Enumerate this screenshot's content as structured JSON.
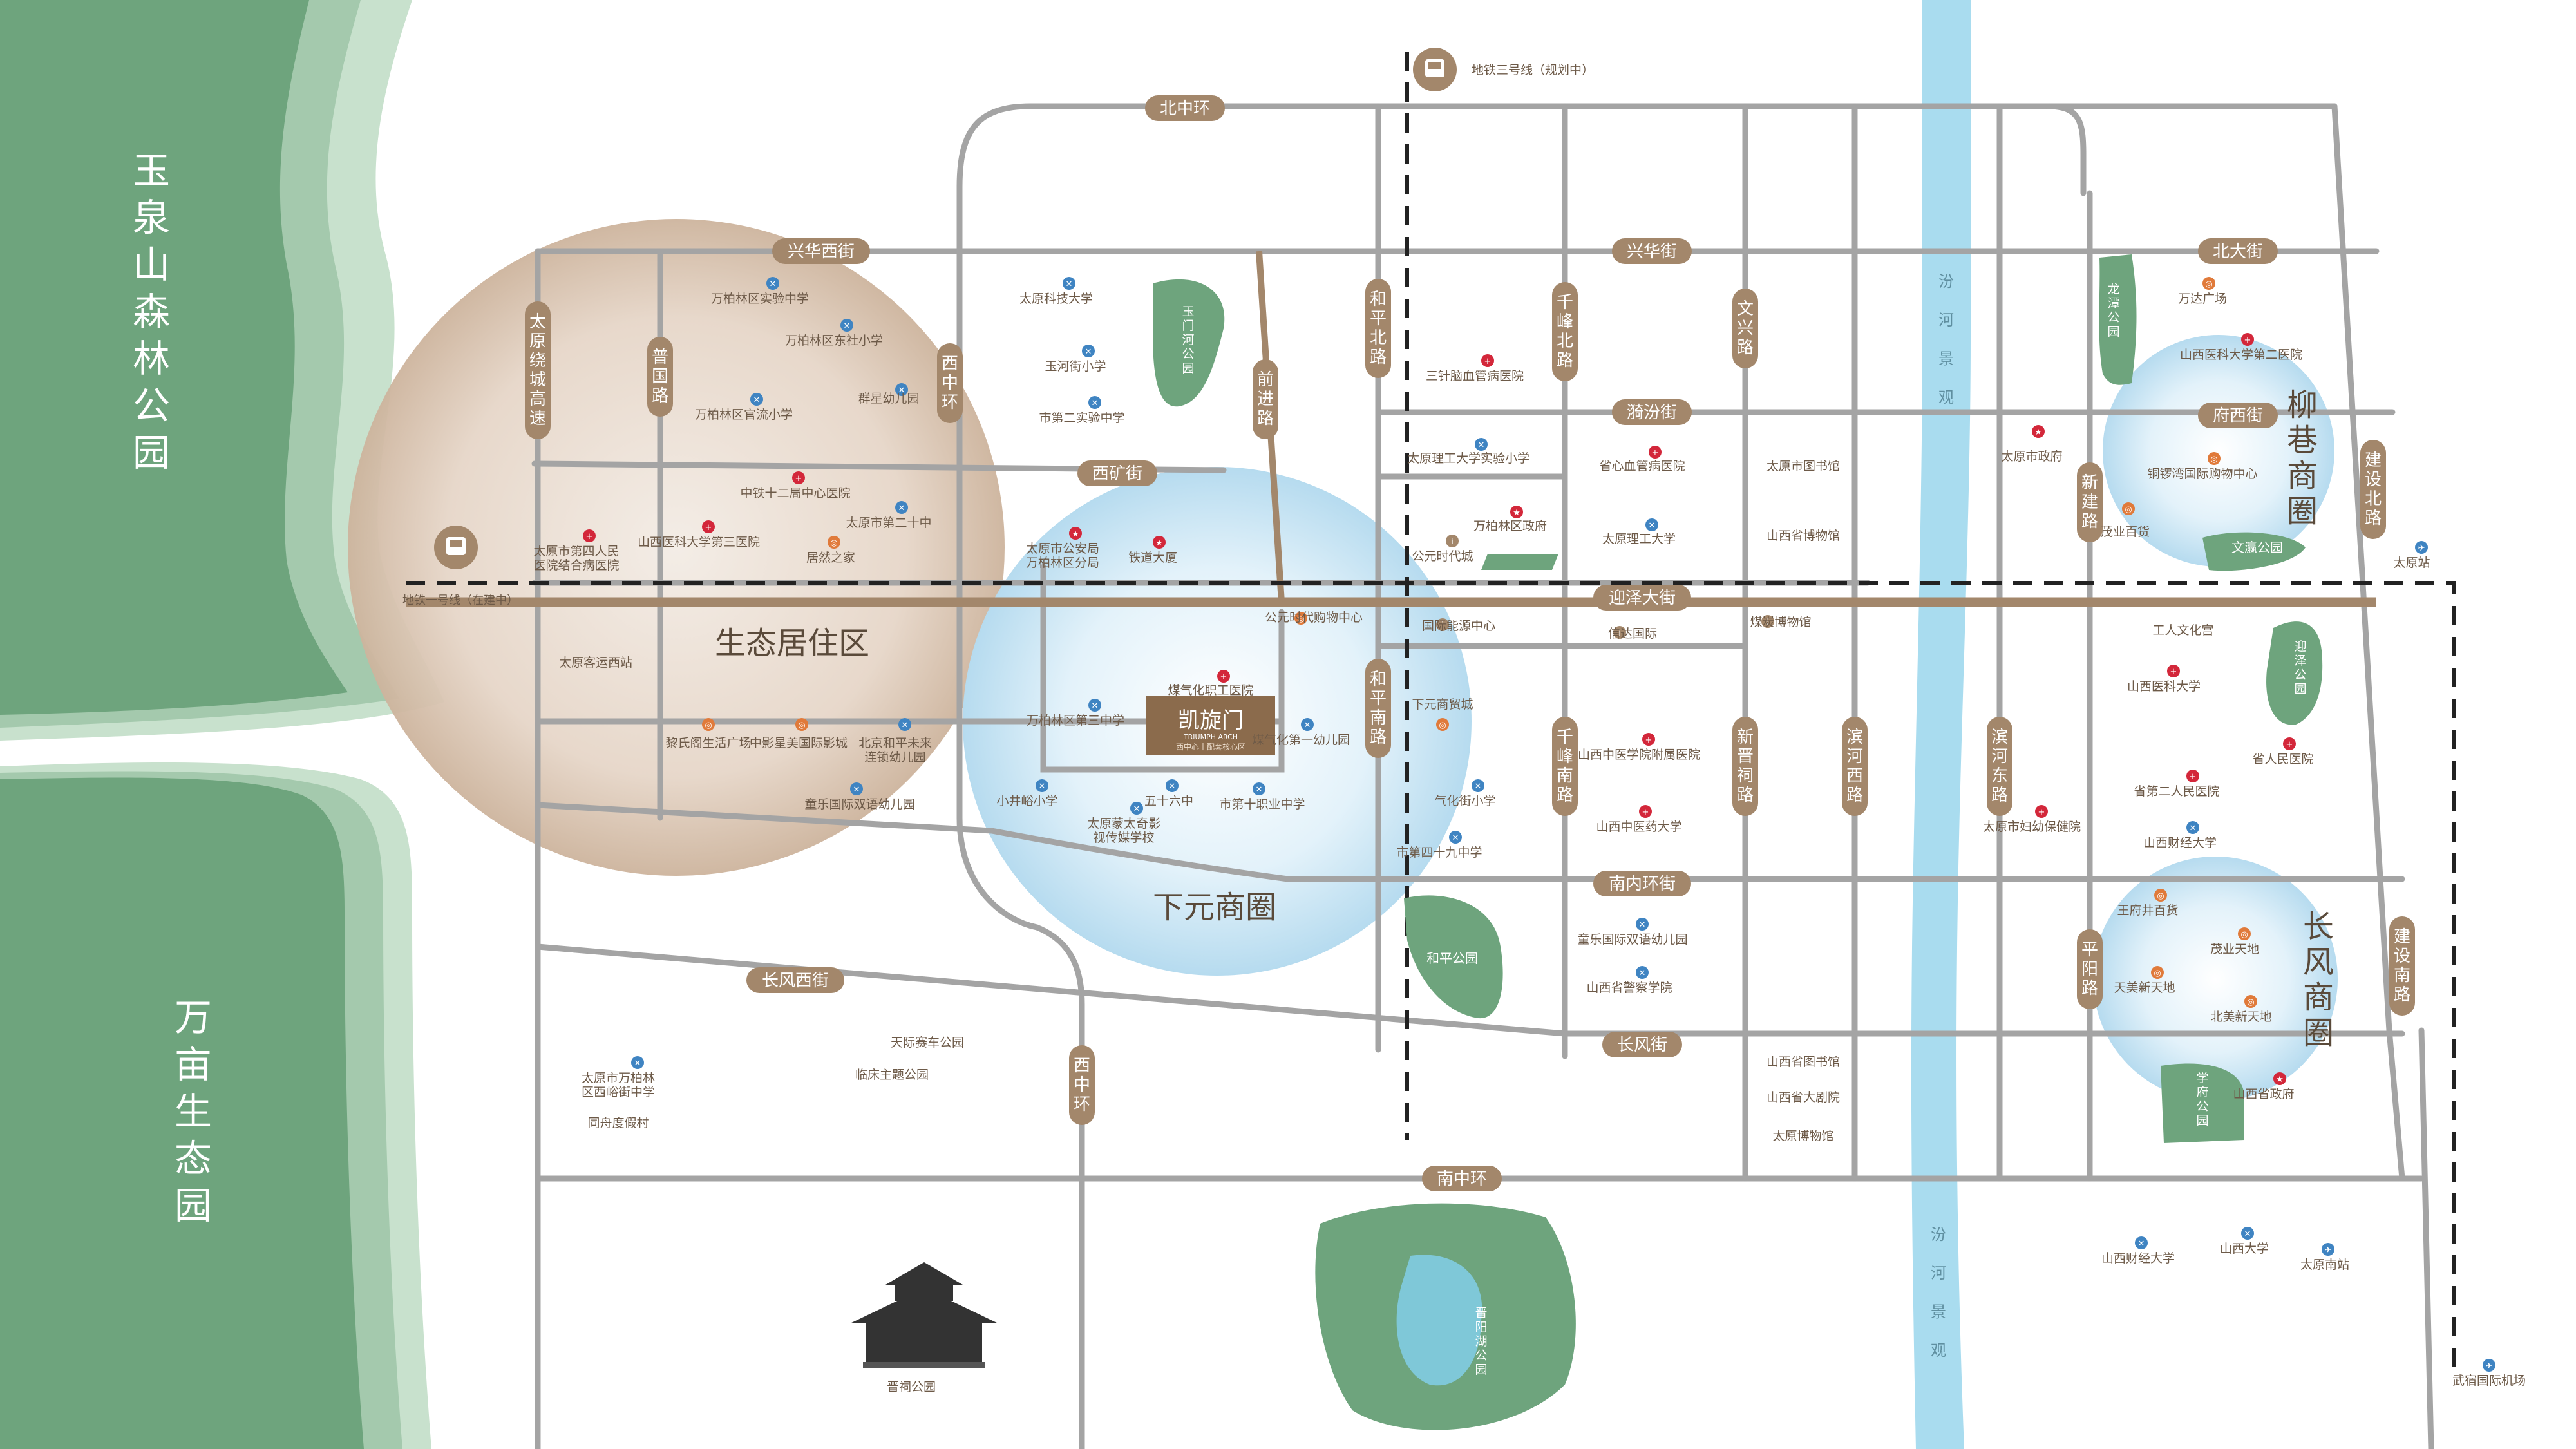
{
  "areas": {
    "forest_park": "玉泉山森林公园",
    "ecology_park": "万亩生态园"
  },
  "zones": {
    "eco_residential": "生态居住区",
    "xiayuan": "下元商圈",
    "liuxiang": "柳巷商圈",
    "changfeng": "长风商圈"
  },
  "metro": {
    "line1": "地铁一号线（在建中）",
    "line3": "地铁三号线（规划中）"
  },
  "river": {
    "north": "汾河景观",
    "south": "汾河景观"
  },
  "roads": {
    "bei_zhonghuan": "北中环",
    "xinghua_xijie": "兴华西街",
    "xinghua_jie": "兴华街",
    "bei_dajie": "北大街",
    "taiyuan_raocheng": "太原绕城高速",
    "puguo": "普国路",
    "xi_zhonghuan_n": "西中环",
    "qianjin": "前进路",
    "heping_bei": "和平北路",
    "qianfeng_bei": "千峰北路",
    "wenxing": "文兴路",
    "xikuang": "西矿街",
    "fuxi": "府西街",
    "jianshe_bei": "建设北路",
    "xinjian": "新建路",
    "jiancao": "漪汾街",
    "yingze": "迎泽大街",
    "heping_nan": "和平南路",
    "qianfeng_nan": "千峰南路",
    "xinjin": "新晋祠路",
    "binhe_xi": "滨河西路",
    "binhe_dong": "滨河东路",
    "jianshe_nan": "建设南路",
    "nan_neihuan": "南内环街",
    "pingyang": "平阳路",
    "changfeng_xi": "长风西街",
    "changfeng": "长风街",
    "xi_zhonghuan_s": "西中环",
    "nan_zhonghuan": "南中环"
  },
  "parks": {
    "yumenhe": "玉门河公园",
    "longtan": "龙潭公园",
    "wenying": "文瀛公园",
    "yingze": "迎泽公园",
    "heping": "和平公园",
    "xuefu": "学府公园",
    "jinyang": "晋阳湖公园",
    "jinci": "晋祠公园"
  },
  "project": {
    "name_cn": "凯旋门",
    "name_en": "TRIUMPH ARCH",
    "tagline": "西中心丨配套核心区"
  },
  "pois": {
    "wbl_shiyan": "万柏林区实验中学",
    "wbl_dongshe": "万柏林区东社小学",
    "wbl_guanliu": "万柏林区官流小学",
    "qunxing": "群星幼儿园",
    "zhongtie12": "中铁十二局中心医院",
    "ty20zhong": "太原市第二十中",
    "ty4renmin": "太原市第四人民医院结合病医院",
    "sxyk3": "山西医科大学第三医院",
    "juranzhijia": "居然之家",
    "ty_keji": "太原科技大学",
    "yuhejie": "玉河街小学",
    "shi2shiyan": "市第二实验中学",
    "gonganju": "太原市公安局万柏林区分局",
    "tiedao": "铁道大厦",
    "sanjin_naoguan": "三针脑血管病医院",
    "ligong_shiyan": "太原理工大学实验小学",
    "sheng_xinnao": "省心血管病医院",
    "ty_ligong": "太原理工大学",
    "wbl_zhengfu": "万柏林区政府",
    "gongyuan_shidai": "公元时代城",
    "ty_tushuguan": "太原市图书馆",
    "sx_bowuguan": "山西省博物馆",
    "ty_zhengfu": "太原市政府",
    "wanda": "万达广场",
    "sxyk2": "山西医科大学第二医院",
    "tongluowan": "铜锣湾国际购物中心",
    "maoye": "茂业百货",
    "ty_zhan": "太原站",
    "gongyuan_gouwu": "公元时代购物中心",
    "guoji_nengyuan": "国际能源中心",
    "xinda": "信达国际",
    "meitan": "煤炭博物馆",
    "gongren_wenhua": "工人文化宫",
    "keyun_xizhan": "太原客运西站",
    "meiqihua_yiyuan": "煤气化职工医院",
    "wbl3zhong": "万柏林区第三中学",
    "meiqihua_you": "煤气化第一幼儿园",
    "xiayuan_maoyi": "下元商贸城",
    "lishi_shenghuo": "黎氏阁生活广场",
    "zhongying": "中影星美国际影城",
    "beijing_heping": "北京和平未来连锁幼儿园",
    "tongle": "童乐国际双语幼儿园",
    "xiaojingyu": "小井峪小学",
    "wushiliu": "五十六中",
    "ty_yingshi": "太原蒙太奇影视传媒学校",
    "shi10zhi": "市第十职业中学",
    "qihuajie": "气化街小学",
    "shi49": "市第四十九中学",
    "sx_zhongyi_fu": "山西中医学院附属医院",
    "sx_zhongyiyao": "山西中医药大学",
    "tongle2": "童乐国际双语幼儿园",
    "sx_jingcha": "山西省警察学院",
    "ty_fuyou": "太原市妇幼保健院",
    "sx_yike": "山西医科大学",
    "sheng_renmin": "省人民医院",
    "sheng2renmin": "省第二人民医院",
    "sx_caijing": "山西财经大学",
    "wangfujing": "王府井百货",
    "maoye_tiandi": "茂业天地",
    "tianmei": "天美新天地",
    "beimei": "北美新天地",
    "sx_tushuguan": "山西省图书馆",
    "sx_dajuyuan": "山西省大剧院",
    "ty_bowuguan": "太原博物馆",
    "sx_shengzhengfu": "山西省政府",
    "tianji_saiche": "天际赛车公园",
    "linchuang": "临床主题公园",
    "wbl_xiyu": "太原市万柏林区西峪街中学",
    "tongzhou": "同舟度假村",
    "sx_caijing2": "山西财经大学",
    "sx_daxue": "山西大学",
    "ty_nanzhan": "太原南站",
    "wusu_jichang": "武宿国际机场",
    "jinci_label": "晋祠公园"
  },
  "colors": {
    "green_dark": "#6ea47d",
    "green_mid": "#94bfa0",
    "green_light": "#c4dfca",
    "road": "#a4a4a4",
    "road_main": "#a3876b",
    "river": "#a9dcef",
    "eco_zone": "#d8c4b2",
    "xiayuan_zone": "#c6e4f3"
  }
}
